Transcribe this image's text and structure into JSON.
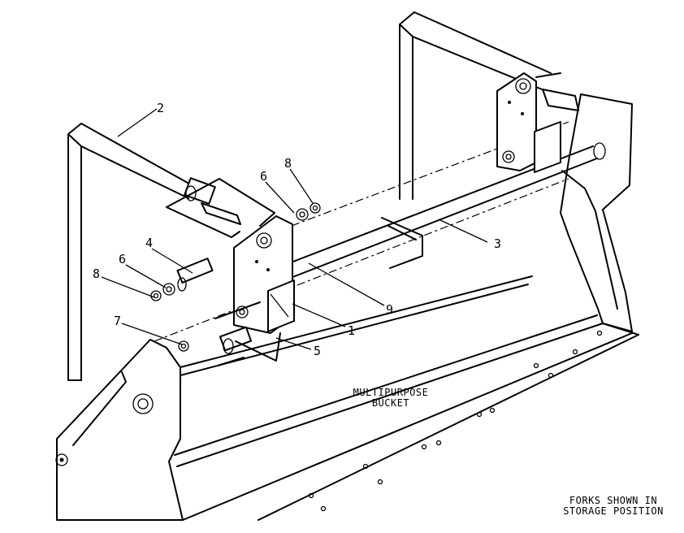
{
  "callouts": [
    "1",
    "2",
    "3",
    "4",
    "5",
    "6",
    "6",
    "7",
    "8",
    "8",
    "9"
  ],
  "bucket_label": {
    "line1": "MULTIPURPOSE",
    "line2": "BUCKET"
  },
  "storage_note": {
    "line1": "FORKS SHOWN IN",
    "line2": "STORAGE POSITION"
  }
}
